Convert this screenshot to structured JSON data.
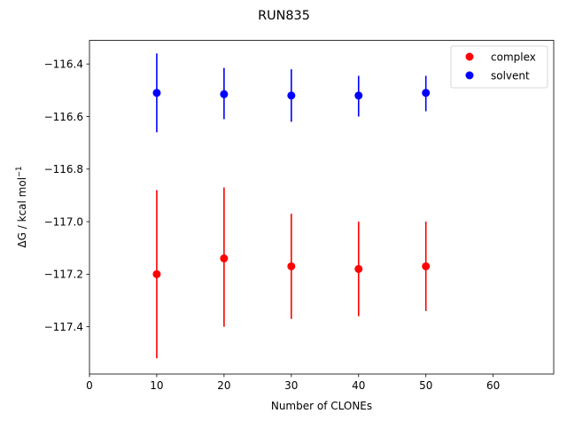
{
  "chart_data": {
    "type": "scatter",
    "title": "RUN835",
    "xlabel": "Number of CLONEs",
    "ylabel_main": "ΔG / kcal mol",
    "ylabel_sup": "−1",
    "xlim": [
      0,
      69
    ],
    "ylim": [
      -117.58,
      -116.31
    ],
    "xticks": [
      0,
      10,
      20,
      30,
      40,
      50,
      60
    ],
    "xtick_labels": [
      "0",
      "10",
      "20",
      "30",
      "40",
      "50",
      "60"
    ],
    "yticks": [
      -116.4,
      -116.6,
      -116.8,
      -117.0,
      -117.2,
      -117.4
    ],
    "ytick_labels": [
      "−116.4",
      "−116.6",
      "−116.8",
      "−117.0",
      "−117.2",
      "−117.4"
    ],
    "grid": false,
    "legend_position": "top-right",
    "series": [
      {
        "name": "complex",
        "color": "#ff0000",
        "x": [
          10,
          20,
          30,
          40,
          50
        ],
        "y": [
          -117.2,
          -117.14,
          -117.17,
          -117.18,
          -117.17
        ],
        "err_low": [
          -117.52,
          -117.4,
          -117.37,
          -117.36,
          -117.34
        ],
        "err_high": [
          -116.88,
          -116.87,
          -116.97,
          -117.0,
          -117.0
        ]
      },
      {
        "name": "solvent",
        "color": "#0000ff",
        "x": [
          10,
          20,
          30,
          40,
          50
        ],
        "y": [
          -116.51,
          -116.515,
          -116.52,
          -116.52,
          -116.51
        ],
        "err_low": [
          -116.66,
          -116.61,
          -116.62,
          -116.6,
          -116.58
        ],
        "err_high": [
          -116.36,
          -116.415,
          -116.42,
          -116.445,
          -116.445
        ]
      }
    ]
  }
}
